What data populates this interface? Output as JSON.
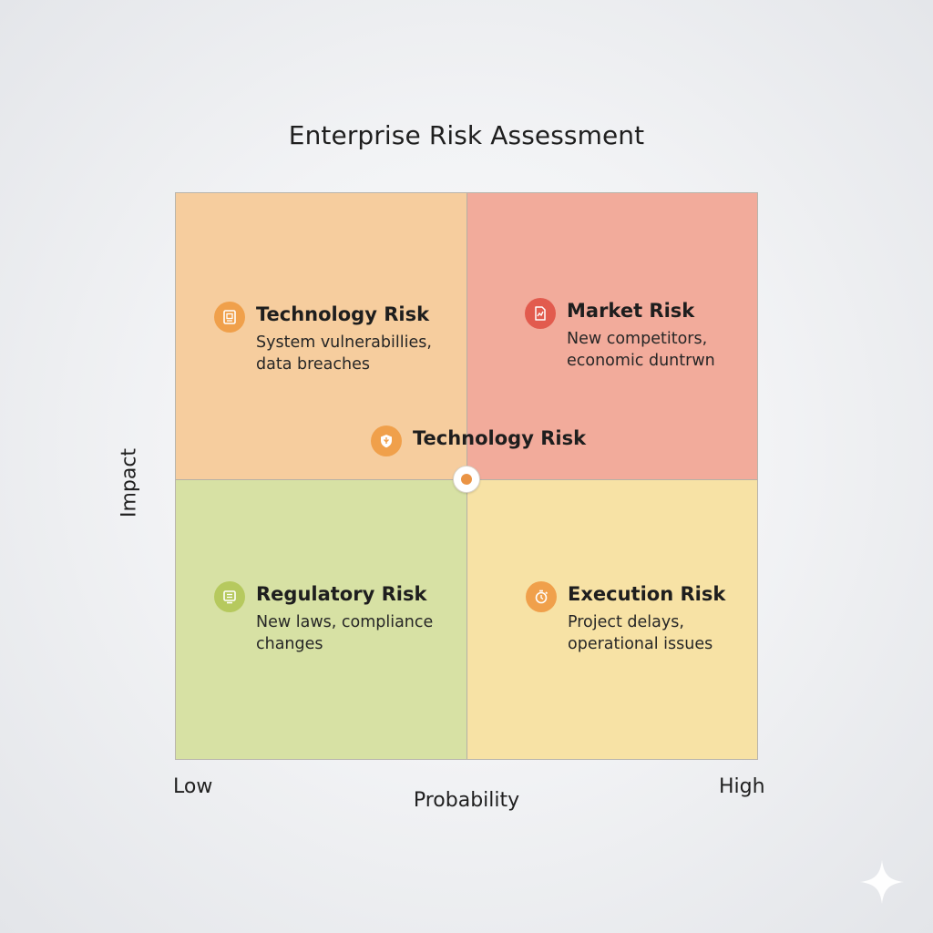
{
  "title": "Enterprise Risk Assessment",
  "axes": {
    "y_label": "Impact",
    "x_label": "Probability",
    "x_low": "Low",
    "x_high": "High"
  },
  "quadrants": [
    {
      "position": "top-left",
      "color": "#f6cd9e"
    },
    {
      "position": "top-right",
      "color": "#f2ab9b"
    },
    {
      "position": "bottom-left",
      "color": "#d7e1a4"
    },
    {
      "position": "bottom-right",
      "color": "#f7e2a5"
    }
  ],
  "risks": {
    "technology": {
      "title": "Technology Risk",
      "desc_line1": "System vulnerabillies,",
      "desc_line2": "data breaches",
      "icon": "document-icon",
      "icon_color": "#f0a04b"
    },
    "market": {
      "title": "Market Risk",
      "desc_line1": "New competitors,",
      "desc_line2": "economic duntrwn",
      "icon": "chart-document-icon",
      "icon_color": "#e25b4e"
    },
    "center": {
      "title": "Technology Risk",
      "icon": "shield-icon",
      "icon_color": "#f0a04b"
    },
    "regulatory": {
      "title": "Regulatory Risk",
      "desc_line1": "New laws, compliance",
      "desc_line2": "changes",
      "icon": "legal-document-icon",
      "icon_color": "#b6c95e"
    },
    "execution": {
      "title": "Execution Risk",
      "desc_line1": "Project delays,",
      "desc_line2": "operational issues",
      "icon": "clock-gear-icon",
      "icon_color": "#f0a04b"
    }
  },
  "center_marker_color": "#ea9445"
}
